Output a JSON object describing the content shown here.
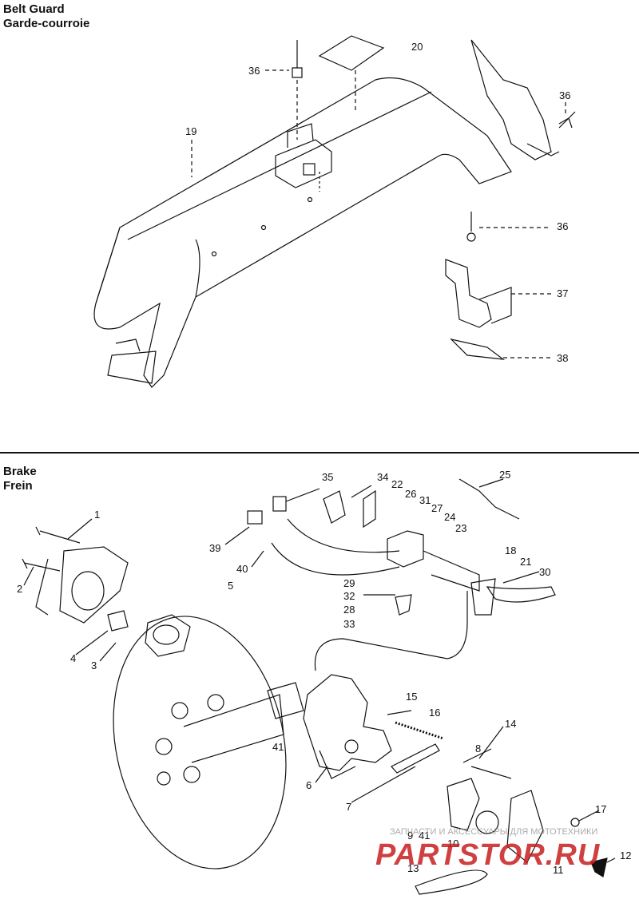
{
  "sections": [
    {
      "title": "Belt Guard",
      "subtitle": "Garde-courroie"
    },
    {
      "title": "Brake",
      "subtitle": "Frein"
    }
  ],
  "callouts": [
    "20",
    "36",
    "36",
    "19",
    "36",
    "37",
    "38",
    "35",
    "34",
    "22",
    "26",
    "31",
    "27",
    "24",
    "23",
    "25",
    "1",
    "39",
    "40",
    "5",
    "29",
    "32",
    "28",
    "33",
    "18",
    "21",
    "30",
    "2",
    "4",
    "3",
    "15",
    "16",
    "14",
    "41",
    "6",
    "8",
    "7",
    "17",
    "9",
    "41",
    "10",
    "13",
    "11",
    "12"
  ],
  "watermark": {
    "main": "PARTSTOR.RU",
    "sub": "ЗАПЧАСТИ И АКСЕССУАРЫ ДЛЯ МОТОТЕХНИКИ"
  },
  "colors": {
    "ink": "#111111",
    "watermark": "#c81e1e"
  }
}
